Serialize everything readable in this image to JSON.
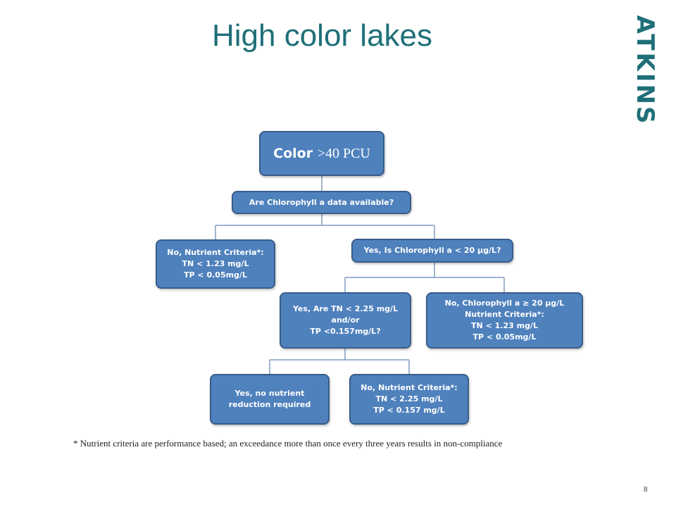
{
  "slide": {
    "title": "High color lakes",
    "logo_text": "ATKINS",
    "footnote": "* Nutrient criteria are performance based; an exceedance more than once every three years results in non-compliance",
    "page_number": "8"
  },
  "flowchart": {
    "root": {
      "prefix": "Color",
      "suffix": ">40 PCU"
    },
    "question": {
      "lines": [
        "Are Chlorophyll a data available?"
      ]
    },
    "no_data": {
      "lines": [
        "No, Nutrient Criteria*:",
        "TN < 1.23 mg/L",
        "TP < 0.05mg/L"
      ]
    },
    "yes_chl": {
      "lines": [
        "Yes, Is Chlorophyll a < 20 µg/L?"
      ]
    },
    "yes_tn": {
      "lines": [
        "Yes, Are TN < 2.25 mg/L",
        "and/or",
        "TP <0.157mg/L?"
      ]
    },
    "no_chl": {
      "lines": [
        "No, Chlorophyll a ≥ 20 µg/L",
        "Nutrient Criteria*:",
        "TN < 1.23 mg/L",
        "TP < 0.05mg/L"
      ]
    },
    "yes_none": {
      "lines": [
        "Yes, no nutrient",
        "reduction required"
      ]
    },
    "no_tn": {
      "lines": [
        "No, Nutrient Criteria*:",
        "TN < 2.25 mg/L",
        "TP < 0.157 mg/L"
      ]
    }
  },
  "colors": {
    "title": "#1f6f78",
    "box_fill": "#4f81bd",
    "box_border": "#385d8a",
    "connector": "#7f9cc0"
  }
}
